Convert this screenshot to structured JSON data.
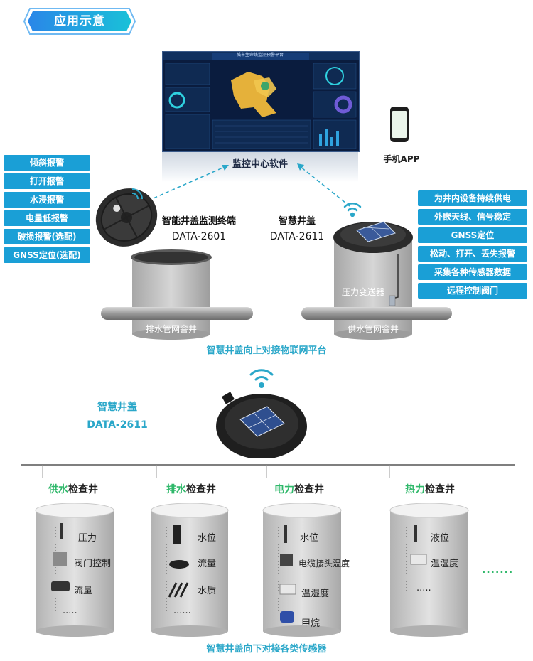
{
  "header": {
    "title": "应用示意"
  },
  "monitor": {
    "screen_title": "城市生命线监测预警平台",
    "label": "监控中心软件"
  },
  "phone": {
    "label": "手机APP"
  },
  "left_alarms": [
    "倾斜报警",
    "打开报警",
    "水浸报警",
    "电量低报警",
    "破损报警(选配)",
    "GNSS定位(选配)"
  ],
  "right_features": [
    "为井内设备持续供电",
    "外嵌天线、信号稳定",
    "GNSS定位",
    "松动、打开、丢失报警",
    "采集各种传感器数据",
    "远程控制阀门"
  ],
  "device_left": {
    "name": "智能井盖监测终端",
    "model": "DATA-2601",
    "well": "排水管网窨井"
  },
  "device_right": {
    "name": "智慧井盖",
    "model": "DATA-2611",
    "well": "供水管网窨井",
    "sensor": "压力变送器"
  },
  "caption_top": "智慧井盖向上对接物联网平台",
  "middle": {
    "name": "智慧井盖",
    "model": "DATA-2611"
  },
  "wells": [
    {
      "title_a": "供水",
      "title_b": "检查井",
      "items": [
        "压力",
        "阀门控制",
        "流量",
        "....."
      ]
    },
    {
      "title_a": "排水",
      "title_b": "检查井",
      "items": [
        "水位",
        "流量",
        "水质",
        "......"
      ]
    },
    {
      "title_a": "电力",
      "title_b": "检查井",
      "items": [
        "水位",
        "电缆接头温度",
        "温湿度",
        "甲烷"
      ]
    },
    {
      "title_a": "热力",
      "title_b": "检查井",
      "items": [
        "液位",
        "温湿度",
        "....."
      ]
    }
  ],
  "more": ".......",
  "caption_bottom": "智慧井盖向下对接各类传感器",
  "colors": {
    "tag_blue": "#1a9fd6",
    "caption_cyan": "#2aa7c9",
    "well_green": "#2fb86a"
  }
}
